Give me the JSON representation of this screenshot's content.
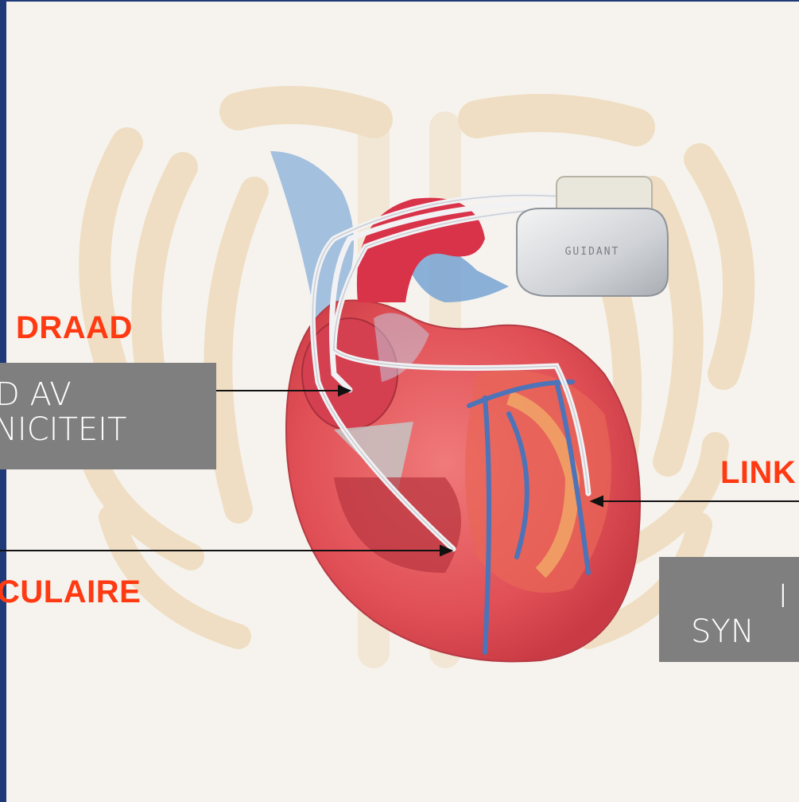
{
  "labels": {
    "top_left_red": "DRAAD",
    "mid_left_box": [
      "D AV",
      "NICITEIT"
    ],
    "bottom_left_red": "CULAIRE",
    "right_red": "LINK",
    "right_box": [
      "I",
      "SYN"
    ]
  },
  "device_brand": "GUIDANT",
  "colors": {
    "accent_red": "#ff3a12",
    "box_gray": "#7f7f7f",
    "frame_blue": "#1f3a78"
  }
}
